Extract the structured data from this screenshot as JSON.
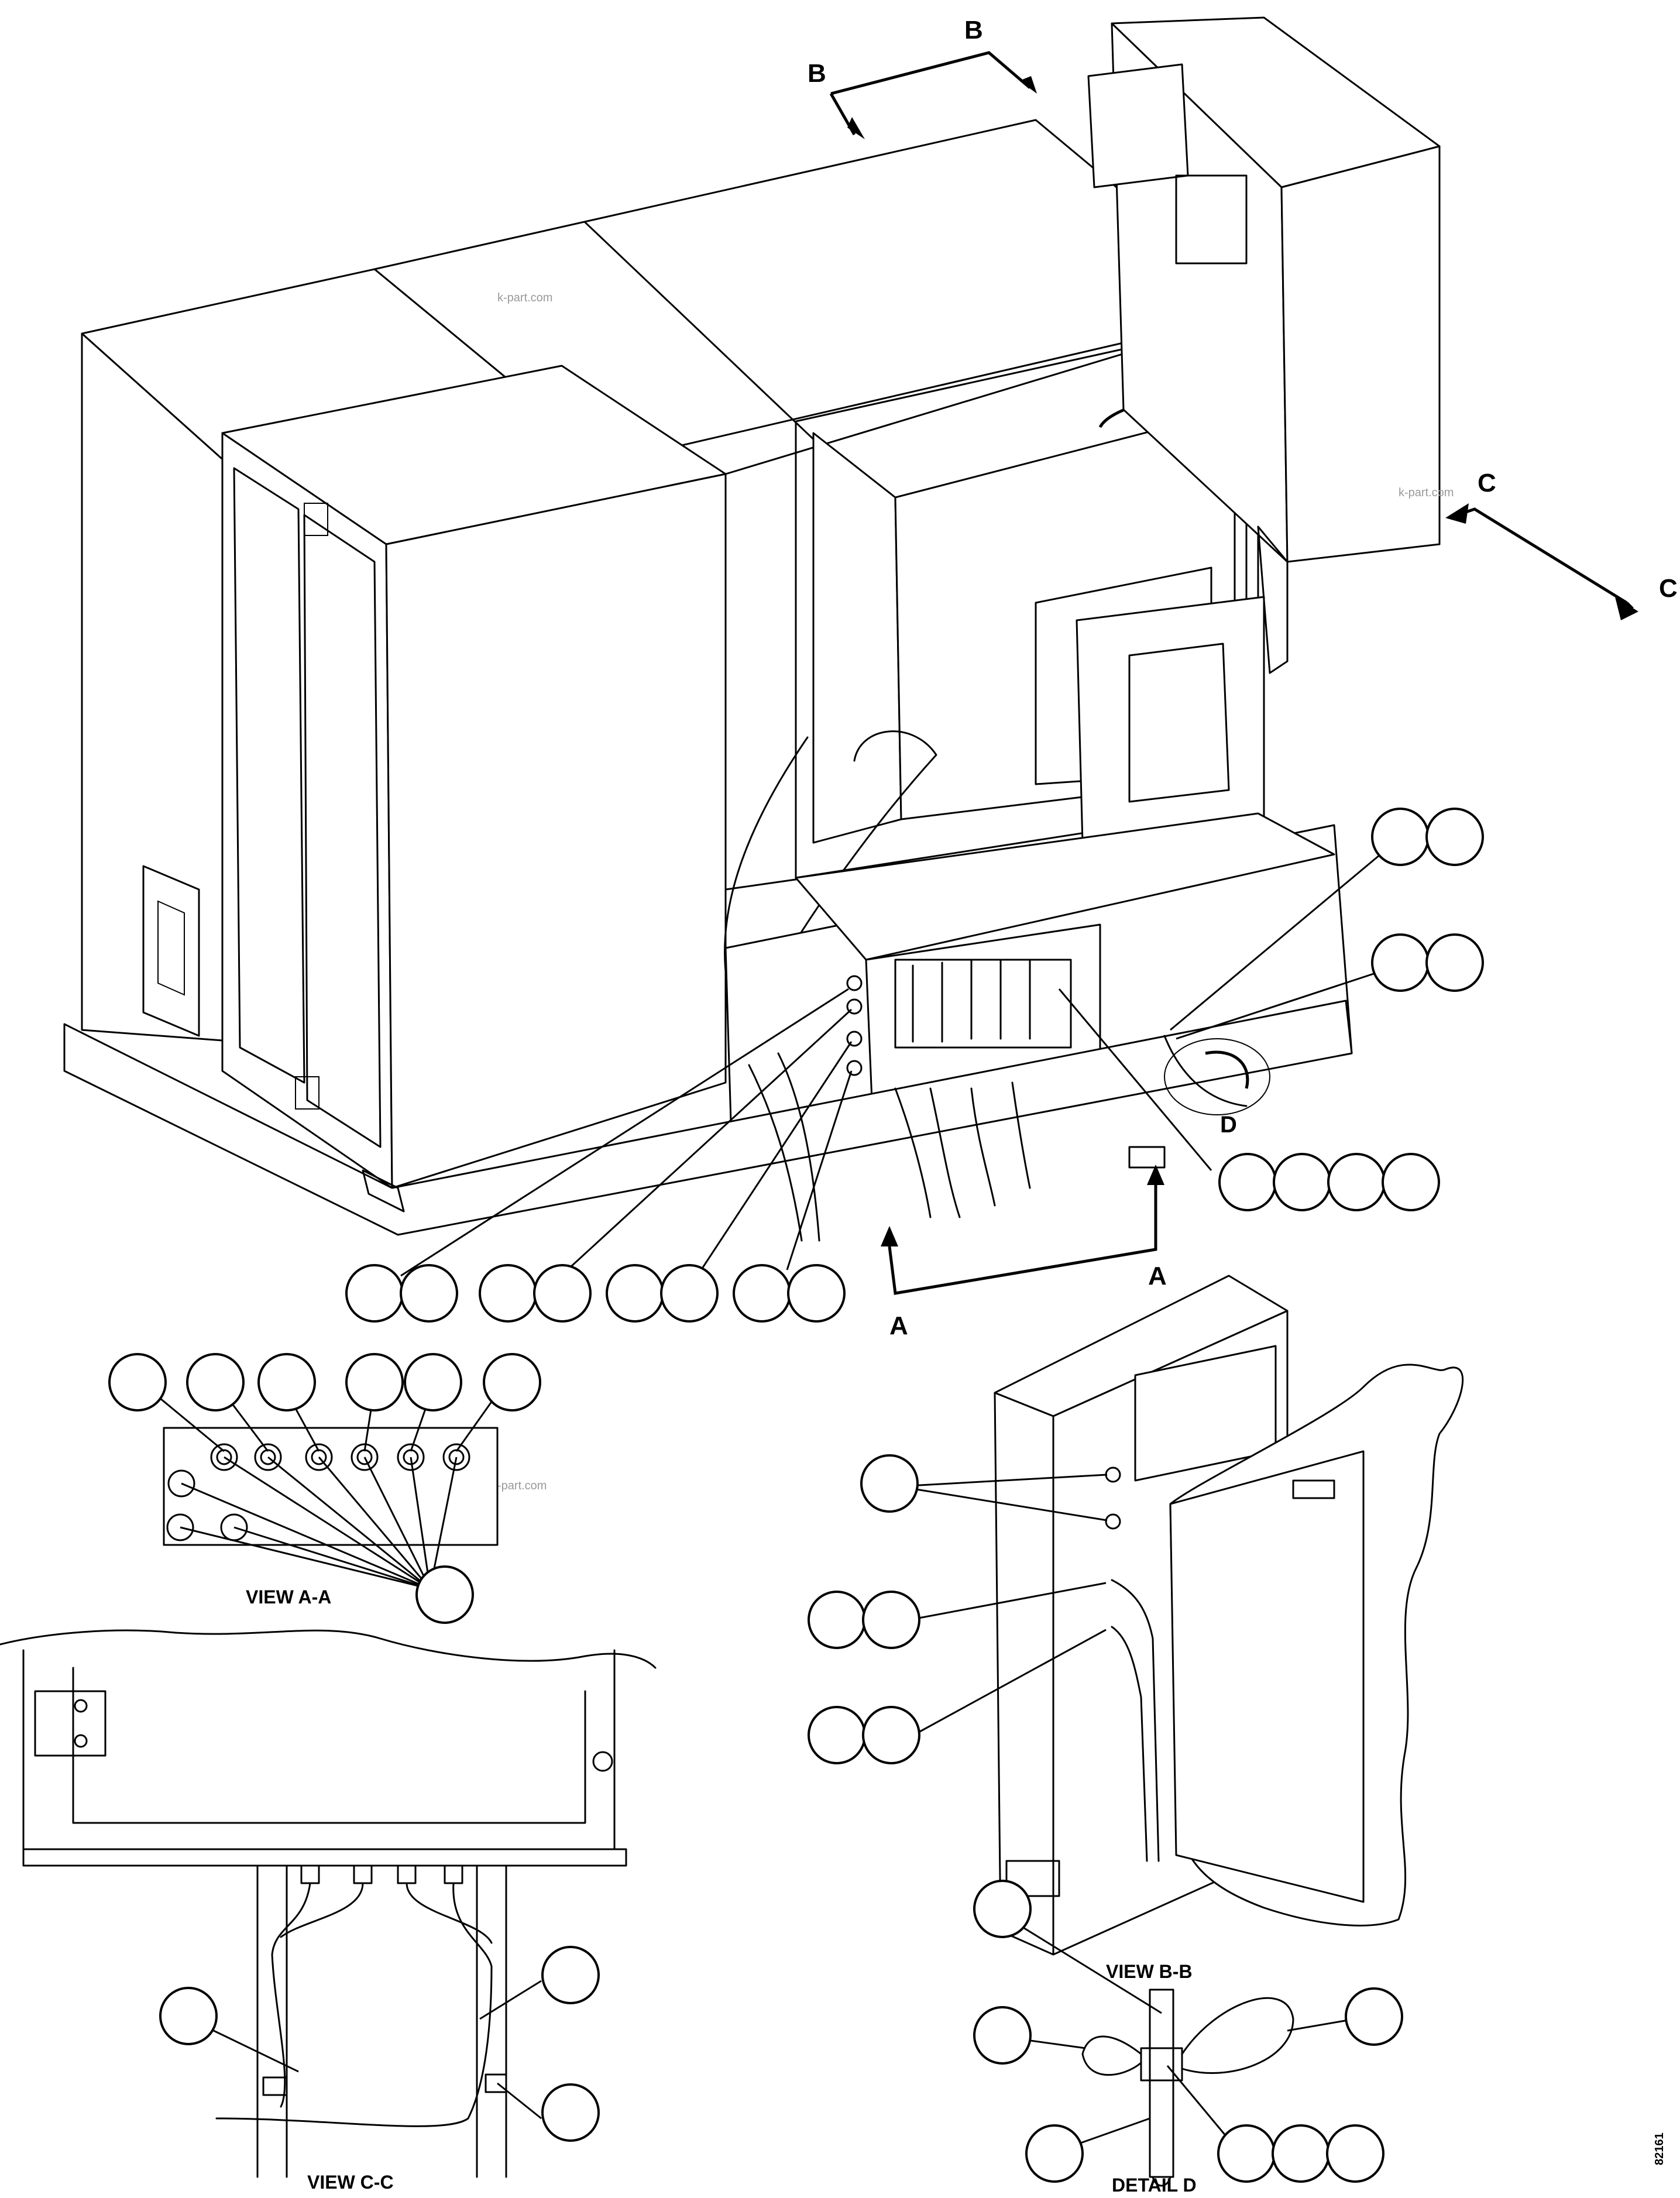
{
  "section_markers": {
    "b": "B",
    "c": "C",
    "a": "A",
    "d": "D"
  },
  "view_labels": {
    "view_a": "VIEW A-A",
    "view_b": "VIEW B-B",
    "view_c": "VIEW C-C",
    "detail_d": "DETAIL D"
  },
  "watermark": "k-part.com",
  "drawing_code": "82161"
}
